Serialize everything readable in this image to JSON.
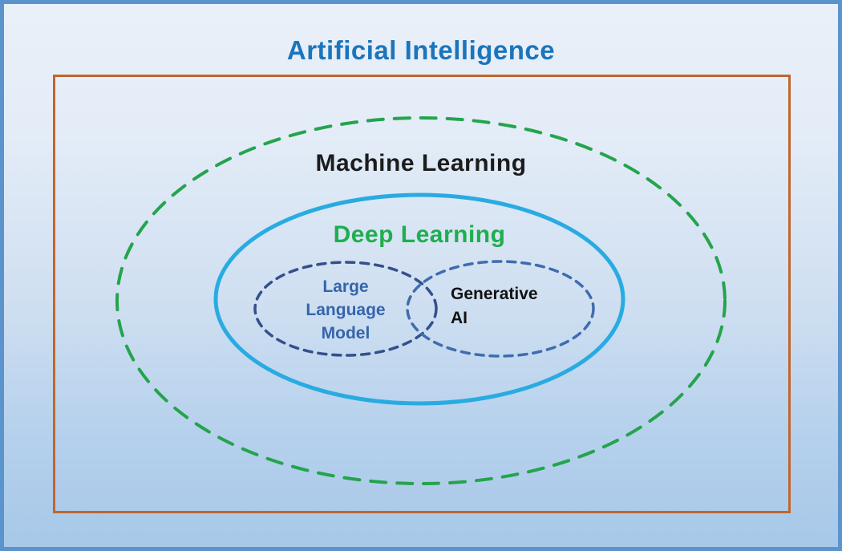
{
  "diagram": {
    "title": "Artificial Intelligence",
    "labels": {
      "machine_learning": "Machine Learning",
      "deep_learning": "Deep Learning",
      "llm_lines": [
        "Large",
        "Language",
        "Model"
      ],
      "generative_ai_lines": [
        "Generative",
        "AI"
      ]
    },
    "colors": {
      "outer_frame_blue": "#5b93cd",
      "background_top": "#eaf0f9",
      "background_bottom": "#a7c8e8",
      "ai_box_border_orange": "#c0662f",
      "title_blue": "#1b75bc",
      "machine_learning_ellipse_green": "#24a44c",
      "machine_learning_text_black": "#1c1c1c",
      "deep_learning_ellipse_cyan": "#29abe2",
      "deep_learning_text_green": "#1fae4e",
      "llm_ellipse_navy": "#34508c",
      "llm_text_blue": "#3465ab",
      "generative_ai_ellipse_blue": "#3f6cae",
      "generative_ai_text_black": "#111111"
    }
  }
}
